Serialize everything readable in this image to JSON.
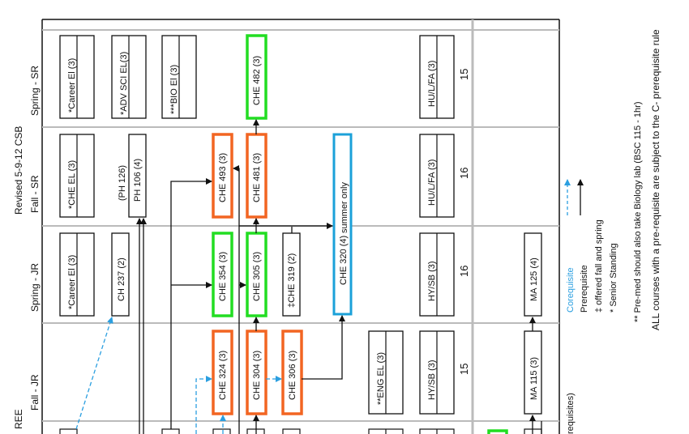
{
  "header": {
    "revised": "Revised 5-9-12 CSB",
    "ree": "REE",
    "requisites_note": "requisites)"
  },
  "semesters": [
    {
      "id": "fall-jr",
      "label": "Fall - JR",
      "credits": "15"
    },
    {
      "id": "spring-jr",
      "label": "Spring - JR",
      "credits": "16"
    },
    {
      "id": "fall-sr",
      "label": "Fall - SR",
      "credits": "16"
    },
    {
      "id": "spring-sr",
      "label": "Spring - SR",
      "credits": "15"
    }
  ],
  "courses": {
    "career_el_sr": "*Career El (3)",
    "adv_sci_el": "*ADV SCI  EL(3)",
    "bio_el": "***BIO El (3)",
    "che482": "CHE 482 (3)",
    "hu_sr2": "HU/L/FA (3)",
    "che_el": "*CHE EL (3)",
    "ph126": "(PH 126)",
    "ph106": "PH 106 (4)",
    "che493": "CHE 493 (3)",
    "che481": "CHE 481 (3)",
    "che320": "CHE 320 (4)",
    "summer_only": "summer only",
    "hu_sr1": "HU/L/FA (3)",
    "career_el_jr": "*Career El (3)",
    "ch237": "CH 237 (2)",
    "che354": "CHE 354 (3)",
    "che305": "CHE 305 (3)",
    "che319": "‡CHE 319 (2)",
    "hy_jr2": "HY/SB (3)",
    "ma125": "MA 125 (4)",
    "che324": "CHE 324 (3)",
    "che304": "CHE 304 (3)",
    "che306": "CHE 306 (3)",
    "eng_el": "**ENG EL (3)",
    "hy_jr1": "HY/SB (3)",
    "ma115": "MA 115 (3)"
  },
  "legend": {
    "corequisite": "Corequisite",
    "prerequisite": "Prerequisite",
    "offered": "‡ offered fall and spring",
    "senior": "* Senior Standing",
    "premed": "** Pre-med should also take Biology lab (BSC 115 - 1hr)",
    "all_courses": "ALL courses with a pre-requisite are subject to the C- prerequisite rule"
  },
  "colors": {
    "orange": "#f26522",
    "green": "#22dd22",
    "blue": "#1ba1d9",
    "dashed_blue": "#2b9fe0",
    "gray": "#bbbbbb"
  }
}
